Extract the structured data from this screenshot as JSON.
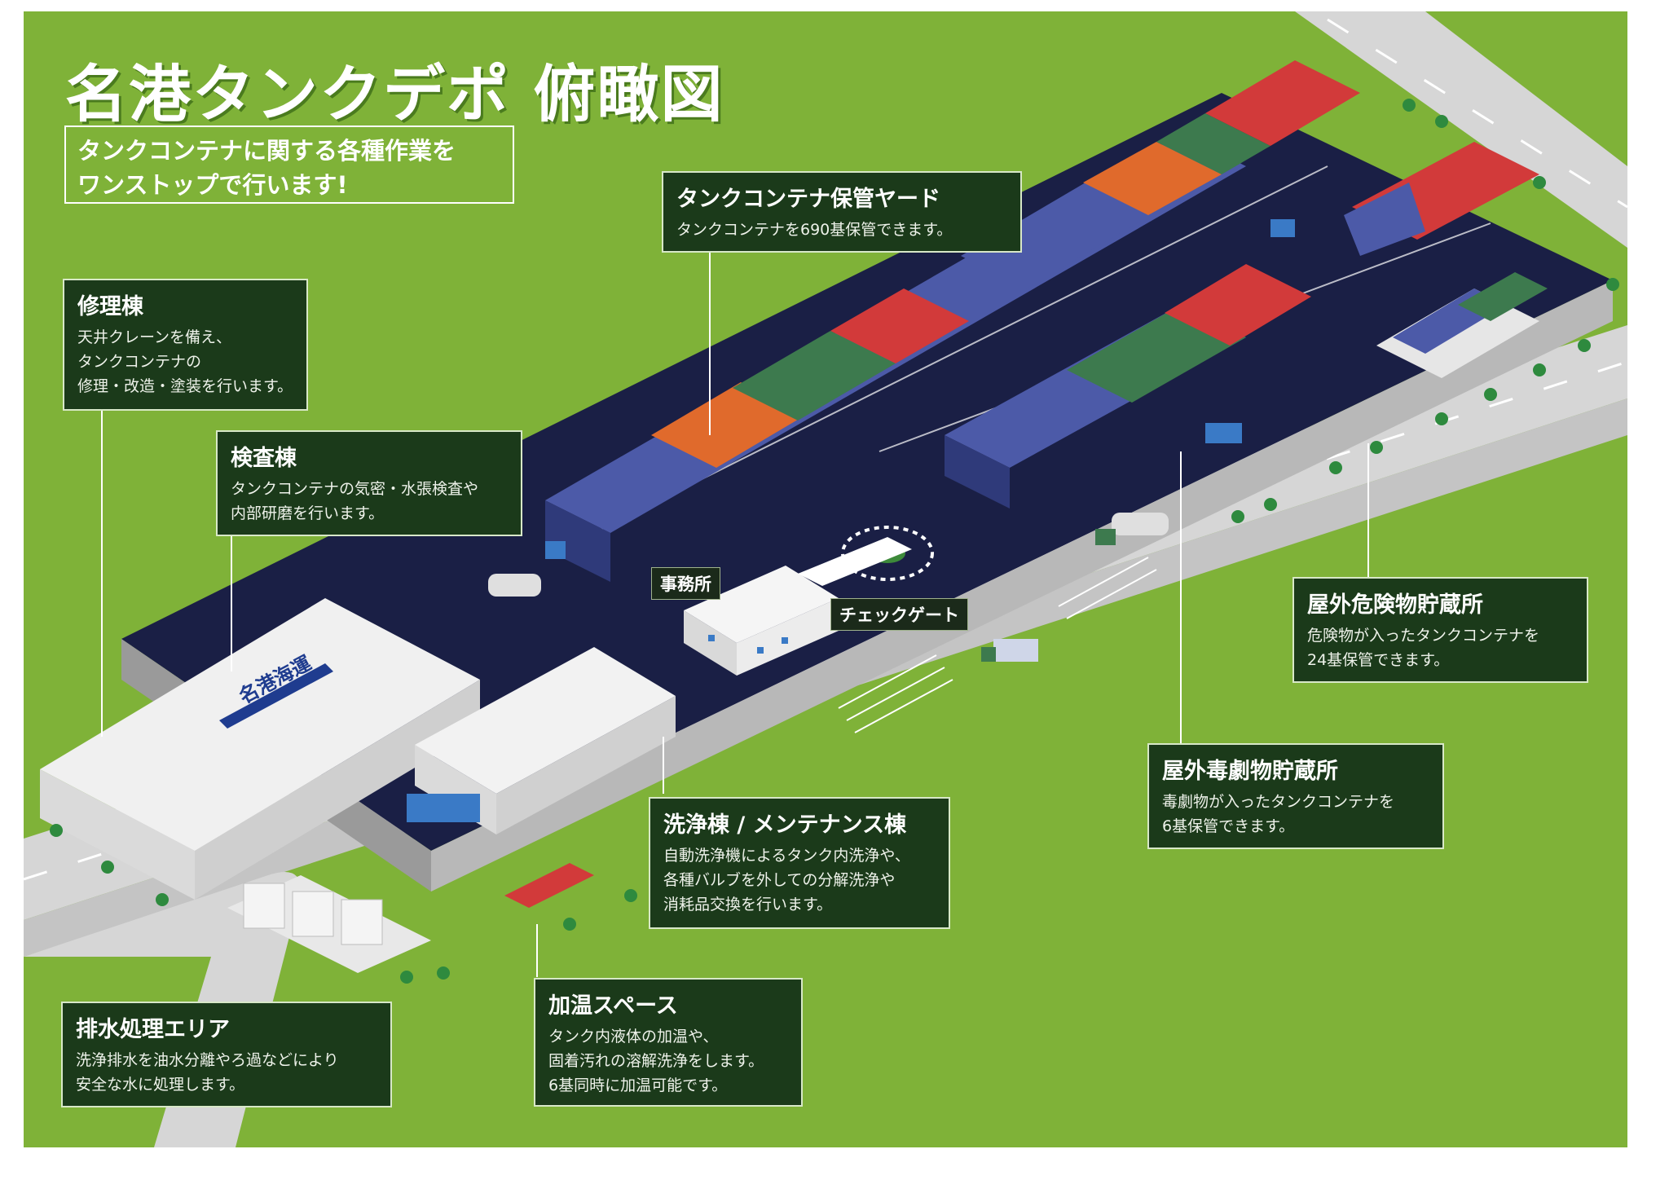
{
  "title": "名港タンクデポ 俯瞰図",
  "subtitle": [
    "タンクコンテナに関する各種作業を",
    "ワンストップで行います!"
  ],
  "logo_text": "名港海運",
  "tags": {
    "office": "事務所",
    "check_gate": "チェックゲート"
  },
  "callouts": {
    "storage_yard": {
      "title": "タンクコンテナ保管ヤード",
      "desc": [
        "タンクコンテナを690基保管できます。"
      ]
    },
    "repair": {
      "title": "修理棟",
      "desc": [
        "天井クレーンを備え、",
        "タンクコンテナの",
        "修理・改造・塗装を行います。"
      ]
    },
    "inspection": {
      "title": "検査棟",
      "desc": [
        "タンクコンテナの気密・水張検査や",
        "内部研磨を行います。"
      ]
    },
    "hazmat": {
      "title": "屋外危険物貯蔵所",
      "desc": [
        "危険物が入ったタンクコンテナを",
        "24基保管できます。"
      ]
    },
    "poison": {
      "title": "屋外毒劇物貯蔵所",
      "desc": [
        "毒劇物が入ったタンクコンテナを",
        "6基保管できます。"
      ]
    },
    "washing": {
      "title": "洗浄棟 / メンテナンス棟",
      "desc": [
        "自動洗浄機によるタンク内洗浄や、",
        "各種バルブを外しての分解洗浄や",
        "消耗品交換を行います。"
      ]
    },
    "heating": {
      "title": "加温スペース",
      "desc": [
        "タンク内液体の加温や、",
        "固着汚れの溶解洗浄をします。",
        "6基同時に加温可能です。"
      ]
    },
    "drainage": {
      "title": "排水処理エリア",
      "desc": [
        "洗浄排水を油水分離やろ過などにより",
        "安全な水に処理します。"
      ]
    }
  },
  "colors": {
    "grass": "#7fb238",
    "asphalt": "#1a1f45",
    "road": "#d6d6d6",
    "callout_bg": "#1b3a1a",
    "container_blue": "#4c5aa8",
    "container_red": "#d23a3a",
    "container_orange": "#e06a2c",
    "container_green": "#3d7a4e",
    "container_white": "#e6e6e6"
  },
  "icons": [
    "tree-icon",
    "truck-icon",
    "forklift-icon",
    "crane-icon",
    "roundabout-icon"
  ]
}
